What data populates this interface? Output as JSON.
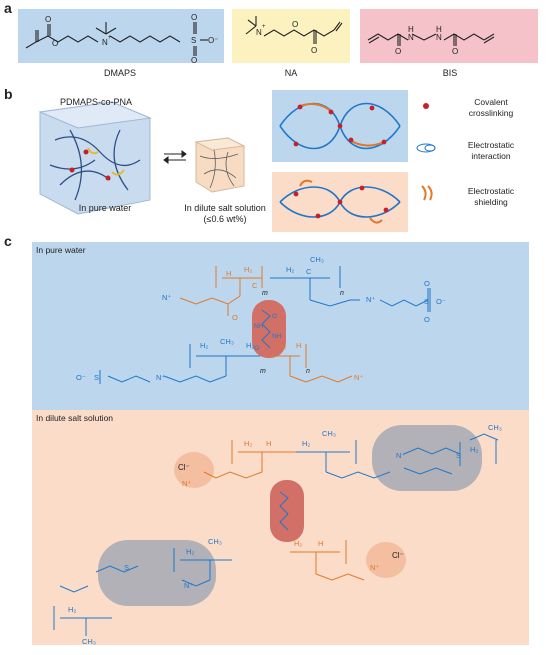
{
  "panels": {
    "a": "a",
    "b": "b",
    "c": "c"
  },
  "monomers": {
    "dmaps": "DMAPS",
    "na": "NA",
    "bis": "BIS"
  },
  "panel_b": {
    "copolymer": "PDMAPS-co-PNA",
    "pure_water": "In pure water",
    "dilute_salt_line1": "In dilute salt solution",
    "dilute_salt_line2": "(≤0.6 wt%)",
    "legend_covalent_1": "Covalent",
    "legend_covalent_2": "crosslinking",
    "legend_electrostatic_1": "Electrostatic",
    "legend_electrostatic_2": "interaction",
    "legend_shielding_1": "Electrostatic",
    "legend_shielding_2": "shielding"
  },
  "panel_c": {
    "pure_water_title": "In pure water",
    "salt_title": "In dilute salt solution",
    "chloride": "Cl⁻",
    "sub_m": "m",
    "sub_n": "n"
  },
  "colors": {
    "blue_bg": "#bcd6ee",
    "yellow_bg": "#fbf2c0",
    "pink_bg": "#f4c2c8",
    "salmon_bg": "#fbdcc8",
    "blue_chem": "#1f77c9",
    "orange_chem": "#e07a2a",
    "crosslink_pill": "#d27068",
    "gray_pill": "#9aa3b2"
  }
}
